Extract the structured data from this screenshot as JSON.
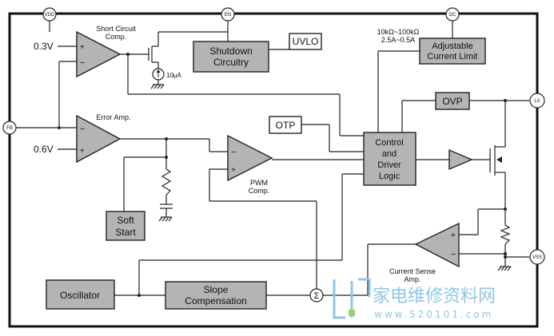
{
  "pins": {
    "vdd": "VDD",
    "en": "EN",
    "oc": "OC",
    "fb": "FB",
    "lx": "LX",
    "vss": "VSS"
  },
  "blocks": {
    "shutdown": [
      "Shutdown",
      "Circuitry"
    ],
    "uvlo": "UVLO",
    "adjustable_limit": [
      "Adjustable",
      "Current Limit"
    ],
    "ovp": "OVP",
    "otp": "OTP",
    "control": [
      "Control",
      "and",
      "Driver",
      "Logic"
    ],
    "soft_start": [
      "Soft",
      "Start"
    ],
    "oscillator": "Oscillator",
    "slope": [
      "Slope",
      "Compensation"
    ]
  },
  "labels": {
    "short_circuit": [
      "Short Circuit",
      "Comp."
    ],
    "error_amp": "Error Amp.",
    "pwm": [
      "PWM",
      "Comp."
    ],
    "current_sense": [
      "Current Sense",
      "Amp."
    ],
    "limit_range": [
      "10kΩ~100kΩ",
      "2.5A~0.5A"
    ],
    "ref_03": "0.3V",
    "ref_06": "0.6V",
    "source_current": "10μA",
    "sum": "Σ",
    "plus": "+",
    "minus": "−"
  },
  "watermark": {
    "cn": "家电维修资料网",
    "url": "www.520101.com"
  },
  "colors": {
    "block_fill": "#b4b4b4",
    "line": "#222222",
    "watermark": "#8ec7e6"
  }
}
